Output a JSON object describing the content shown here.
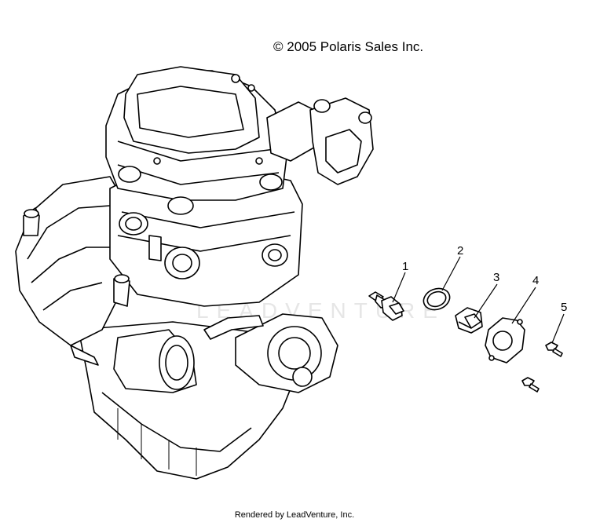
{
  "header": {
    "copyright": "© 2005 Polaris Sales Inc."
  },
  "watermark": {
    "text": "LEADVENTURE"
  },
  "footer": {
    "text": "Rendered by LeadVenture, Inc."
  },
  "callouts": [
    {
      "number": "1",
      "part": "sensor"
    },
    {
      "number": "2",
      "part": "o-ring"
    },
    {
      "number": "3",
      "part": "plug"
    },
    {
      "number": "4",
      "part": "housing"
    },
    {
      "number": "5",
      "part": "bolt"
    }
  ]
}
